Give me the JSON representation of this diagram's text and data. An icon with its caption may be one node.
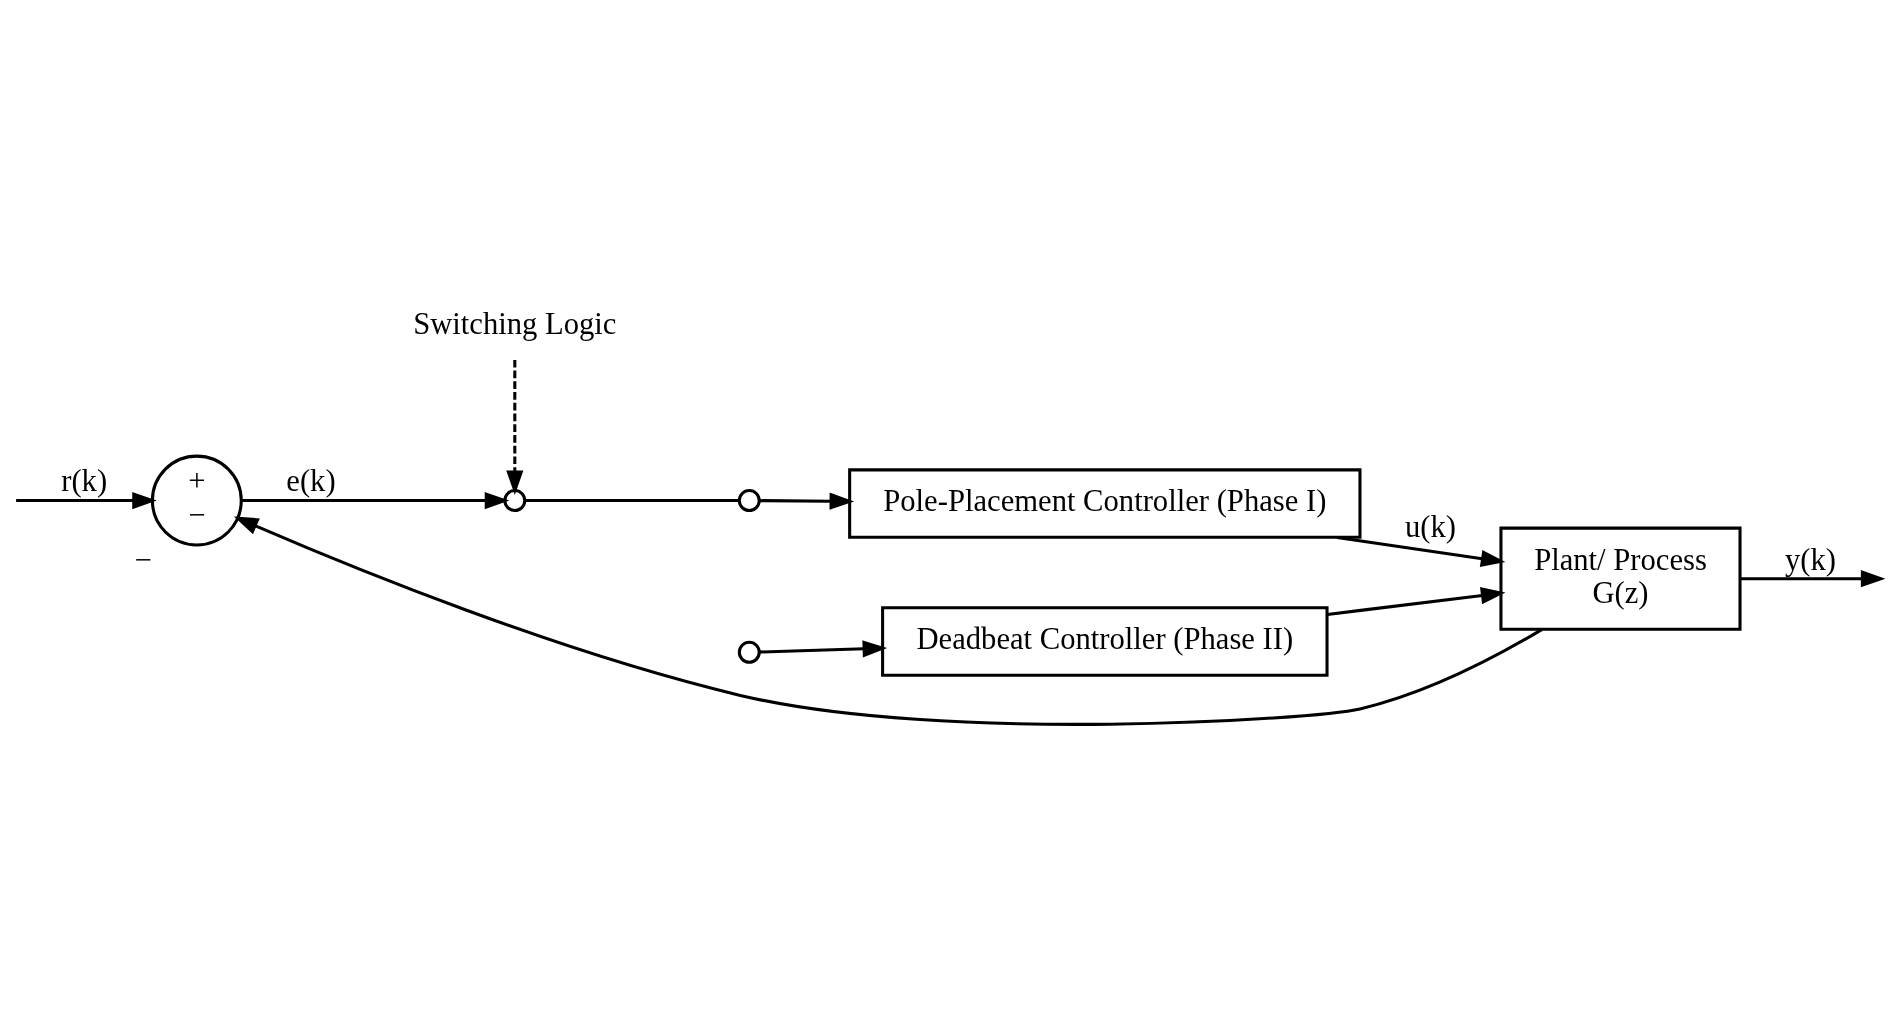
{
  "diagram": {
    "nodes": [
      {
        "text": [
          "Switching Logic"
        ]
      },
      {
        "text": [
          "+",
          "−"
        ],
        "beside": [
          "−"
        ]
      },
      {
        "text": [],
        "shape": "circle"
      },
      {
        "text": [],
        "shape": "circle"
      },
      {
        "text": [],
        "shape": "circle"
      },
      {
        "text": [
          "Pole-Placement Controller (Phase I)"
        ]
      },
      {
        "text": [
          "Deadbeat Controller (Phase II)"
        ]
      },
      {
        "text": [
          "Plant/ Process",
          "G(z)"
        ]
      }
    ],
    "edges": [
      {
        "from": null,
        "to": 1,
        "arrow": "to",
        "label": "r(k)"
      },
      {
        "from": 1,
        "to": 2,
        "arrow": "to",
        "label": "e(k)"
      },
      {
        "from": 2,
        "to": 3,
        "arrow": "none"
      },
      {
        "from": 0,
        "to": 2,
        "arrow": "to",
        "style": "dashed"
      },
      {
        "from": 3,
        "to": 5,
        "arrow": "to"
      },
      {
        "from": 4,
        "to": 6,
        "arrow": "to"
      },
      {
        "from": 5,
        "to": 7,
        "arrow": "to",
        "label": "u(k)"
      },
      {
        "from": 6,
        "to": 7,
        "arrow": "to"
      },
      {
        "from": 7,
        "to": null,
        "arrow": "to",
        "label": "y(k)"
      },
      {
        "from": 7,
        "to": 1,
        "arrow": "to"
      }
    ]
  }
}
